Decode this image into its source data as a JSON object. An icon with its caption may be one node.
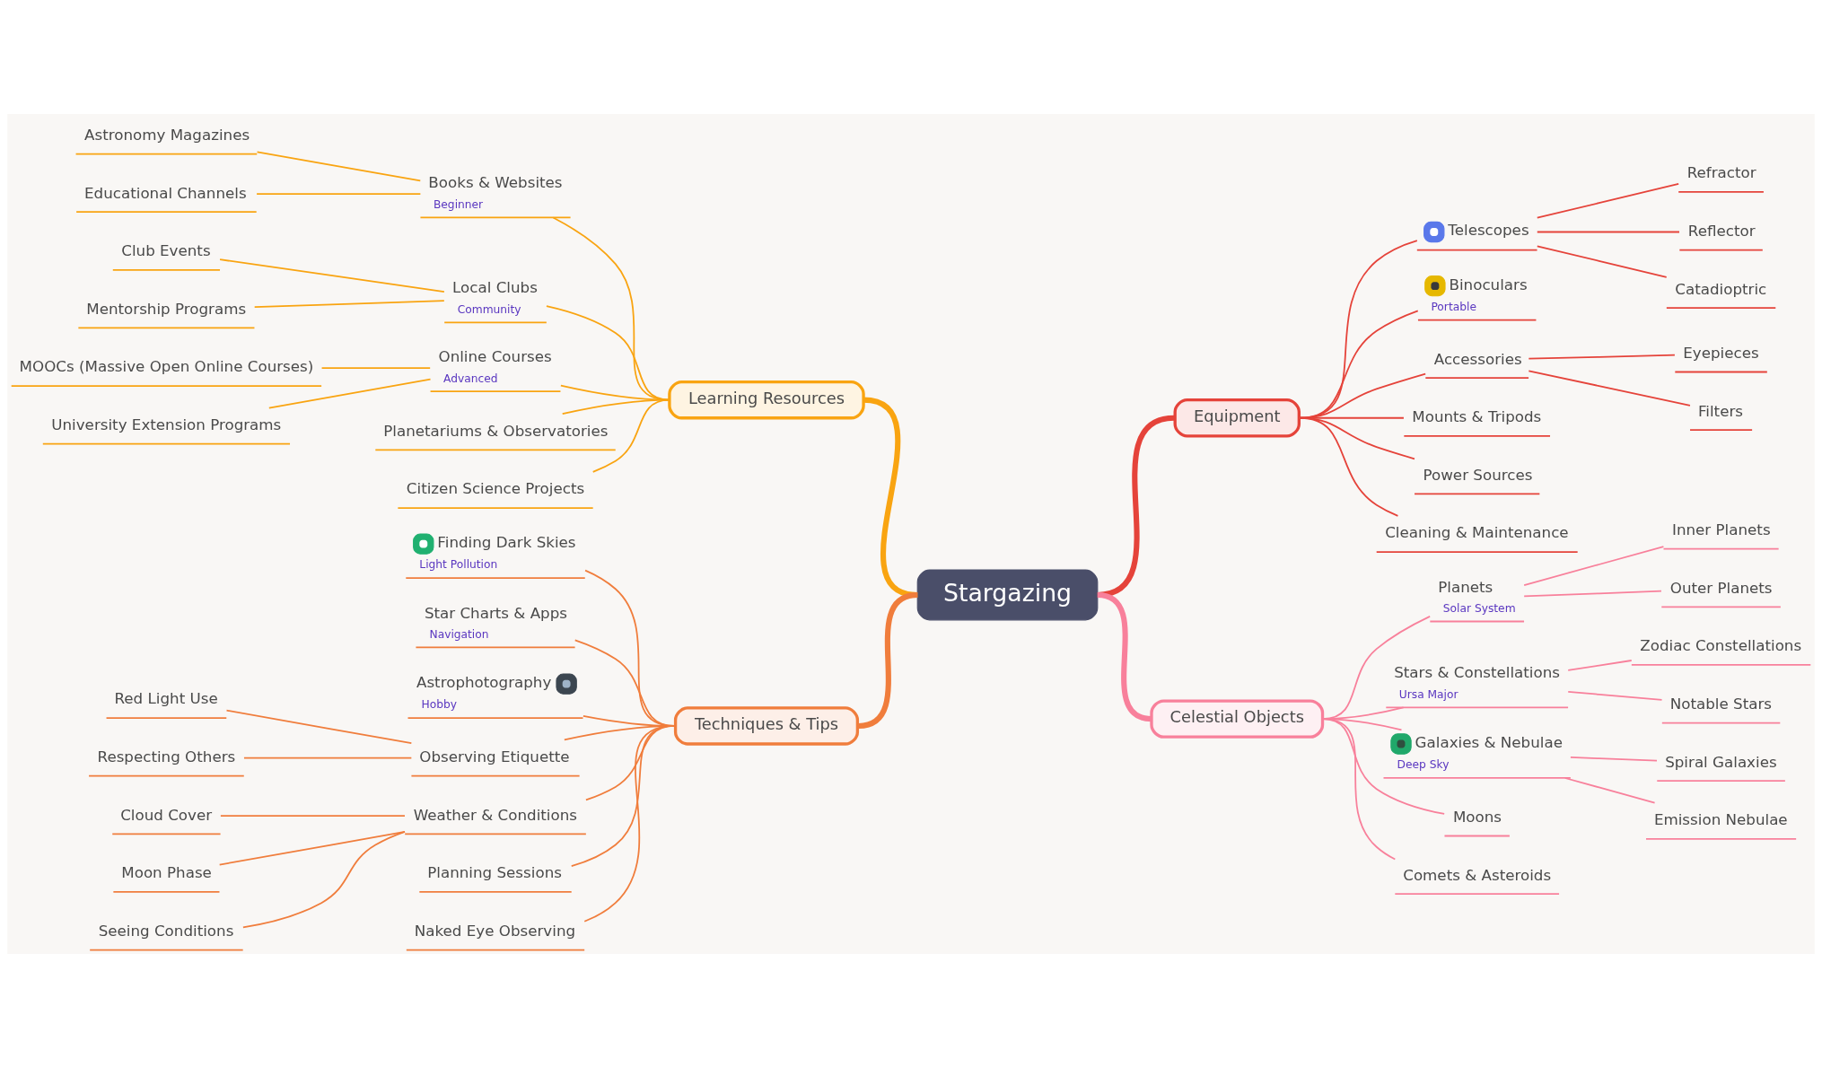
{
  "diagram": {
    "nodes": [
      {
        "text": [
          "Stargazing"
        ]
      },
      {
        "text": [
          "Learning Resources"
        ]
      },
      {
        "text": [
          "Books & Websites",
          "Beginner"
        ]
      },
      {
        "text": [
          "Astronomy Magazines"
        ]
      },
      {
        "text": [
          "Educational Channels"
        ]
      },
      {
        "text": [
          "Local Clubs",
          "Community"
        ]
      },
      {
        "text": [
          "Club Events"
        ]
      },
      {
        "text": [
          "Mentorship Programs"
        ]
      },
      {
        "text": [
          "Online Courses",
          "Advanced"
        ]
      },
      {
        "text": [
          "MOOCs (Massive Open Online Courses)"
        ]
      },
      {
        "text": [
          "University Extension Programs"
        ]
      },
      {
        "text": [
          "Planetariums & Observatories"
        ]
      },
      {
        "text": [
          "Citizen Science Projects"
        ]
      },
      {
        "text": [
          "Techniques & Tips"
        ]
      },
      {
        "text": [
          "Finding Dark Skies",
          "Light Pollution"
        ]
      },
      {
        "text": [
          "Star Charts & Apps",
          "Navigation"
        ]
      },
      {
        "text": [
          "Astrophotography",
          "Hobby"
        ]
      },
      {
        "text": [
          "Observing Etiquette"
        ]
      },
      {
        "text": [
          "Red Light Use"
        ]
      },
      {
        "text": [
          "Respecting Others"
        ]
      },
      {
        "text": [
          "Weather & Conditions"
        ]
      },
      {
        "text": [
          "Cloud Cover"
        ]
      },
      {
        "text": [
          "Moon Phase"
        ]
      },
      {
        "text": [
          "Seeing Conditions"
        ]
      },
      {
        "text": [
          "Planning Sessions"
        ]
      },
      {
        "text": [
          "Naked Eye Observing"
        ]
      },
      {
        "text": [
          "Equipment"
        ]
      },
      {
        "text": [
          "Telescopes"
        ]
      },
      {
        "text": [
          "Refractor"
        ]
      },
      {
        "text": [
          "Reflector"
        ]
      },
      {
        "text": [
          "Catadioptric"
        ]
      },
      {
        "text": [
          "Binoculars",
          "Portable"
        ]
      },
      {
        "text": [
          "Accessories"
        ]
      },
      {
        "text": [
          "Eyepieces"
        ]
      },
      {
        "text": [
          "Filters"
        ]
      },
      {
        "text": [
          "Mounts & Tripods"
        ]
      },
      {
        "text": [
          "Power Sources"
        ]
      },
      {
        "text": [
          "Cleaning & Maintenance"
        ]
      },
      {
        "text": [
          "Celestial Objects"
        ]
      },
      {
        "text": [
          "Planets",
          "Solar System"
        ]
      },
      {
        "text": [
          "Inner Planets"
        ]
      },
      {
        "text": [
          "Outer Planets"
        ]
      },
      {
        "text": [
          "Stars & Constellations",
          "Ursa Major"
        ]
      },
      {
        "text": [
          "Zodiac Constellations"
        ]
      },
      {
        "text": [
          "Notable Stars"
        ]
      },
      {
        "text": [
          "Galaxies & Nebulae",
          "Deep Sky"
        ]
      },
      {
        "text": [
          "Spiral Galaxies"
        ]
      },
      {
        "text": [
          "Emission Nebulae"
        ]
      },
      {
        "text": [
          "Moons"
        ]
      },
      {
        "text": [
          "Comets & Asteroids"
        ]
      }
    ],
    "edges": [
      {
        "from": 0,
        "to": 1,
        "arrow": "none",
        "style": "thick",
        "color": "#f9a411"
      },
      {
        "from": 1,
        "to": 2,
        "arrow": "none",
        "color": "#f9a411"
      },
      {
        "from": 2,
        "to": 3,
        "arrow": "none",
        "color": "#f9a411"
      },
      {
        "from": 2,
        "to": 4,
        "arrow": "none",
        "color": "#f9a411"
      },
      {
        "from": 1,
        "to": 5,
        "arrow": "none",
        "color": "#f9a411"
      },
      {
        "from": 5,
        "to": 6,
        "arrow": "none",
        "color": "#f9a411"
      },
      {
        "from": 5,
        "to": 7,
        "arrow": "none",
        "color": "#f9a411"
      },
      {
        "from": 1,
        "to": 8,
        "arrow": "none",
        "color": "#f9a411"
      },
      {
        "from": 8,
        "to": 9,
        "arrow": "none",
        "color": "#f9a411"
      },
      {
        "from": 8,
        "to": 10,
        "arrow": "none",
        "color": "#f9a411"
      },
      {
        "from": 1,
        "to": 11,
        "arrow": "none",
        "color": "#f9a411"
      },
      {
        "from": 1,
        "to": 12,
        "arrow": "none",
        "color": "#f9a411"
      },
      {
        "from": 0,
        "to": 13,
        "arrow": "none",
        "style": "thick",
        "color": "#f07d3c"
      },
      {
        "from": 13,
        "to": 14,
        "arrow": "none",
        "color": "#f07d3c"
      },
      {
        "from": 13,
        "to": 15,
        "arrow": "none",
        "color": "#f07d3c"
      },
      {
        "from": 13,
        "to": 16,
        "arrow": "none",
        "color": "#f07d3c"
      },
      {
        "from": 13,
        "to": 17,
        "arrow": "none",
        "color": "#f07d3c"
      },
      {
        "from": 17,
        "to": 18,
        "arrow": "none",
        "color": "#f07d3c"
      },
      {
        "from": 17,
        "to": 19,
        "arrow": "none",
        "color": "#f07d3c"
      },
      {
        "from": 13,
        "to": 20,
        "arrow": "none",
        "color": "#f07d3c"
      },
      {
        "from": 20,
        "to": 21,
        "arrow": "none",
        "color": "#f07d3c"
      },
      {
        "from": 20,
        "to": 22,
        "arrow": "none",
        "color": "#f07d3c"
      },
      {
        "from": 20,
        "to": 23,
        "arrow": "none",
        "color": "#f07d3c"
      },
      {
        "from": 13,
        "to": 24,
        "arrow": "none",
        "color": "#f07d3c"
      },
      {
        "from": 13,
        "to": 25,
        "arrow": "none",
        "color": "#f07d3c"
      },
      {
        "from": 0,
        "to": 26,
        "arrow": "none",
        "style": "thick",
        "color": "#e5433a"
      },
      {
        "from": 26,
        "to": 27,
        "arrow": "none",
        "color": "#e5433a"
      },
      {
        "from": 27,
        "to": 28,
        "arrow": "none",
        "color": "#e5433a"
      },
      {
        "from": 27,
        "to": 29,
        "arrow": "none",
        "color": "#e5433a"
      },
      {
        "from": 27,
        "to": 30,
        "arrow": "none",
        "color": "#e5433a"
      },
      {
        "from": 26,
        "to": 31,
        "arrow": "none",
        "color": "#e5433a"
      },
      {
        "from": 26,
        "to": 32,
        "arrow": "none",
        "color": "#e5433a"
      },
      {
        "from": 32,
        "to": 33,
        "arrow": "none",
        "color": "#e5433a"
      },
      {
        "from": 32,
        "to": 34,
        "arrow": "none",
        "color": "#e5433a"
      },
      {
        "from": 26,
        "to": 35,
        "arrow": "none",
        "color": "#e5433a"
      },
      {
        "from": 26,
        "to": 36,
        "arrow": "none",
        "color": "#e5433a"
      },
      {
        "from": 26,
        "to": 37,
        "arrow": "none",
        "color": "#e5433a"
      },
      {
        "from": 0,
        "to": 38,
        "arrow": "none",
        "style": "thick",
        "color": "#f8809b"
      },
      {
        "from": 38,
        "to": 39,
        "arrow": "none",
        "color": "#f8809b"
      },
      {
        "from": 39,
        "to": 40,
        "arrow": "none",
        "color": "#f8809b"
      },
      {
        "from": 39,
        "to": 41,
        "arrow": "none",
        "color": "#f8809b"
      },
      {
        "from": 38,
        "to": 42,
        "arrow": "none",
        "color": "#f8809b"
      },
      {
        "from": 42,
        "to": 43,
        "arrow": "none",
        "color": "#f8809b"
      },
      {
        "from": 42,
        "to": 44,
        "arrow": "none",
        "color": "#f8809b"
      },
      {
        "from": 38,
        "to": 45,
        "arrow": "none",
        "color": "#f8809b"
      },
      {
        "from": 45,
        "to": 46,
        "arrow": "none",
        "color": "#f8809b"
      },
      {
        "from": 45,
        "to": 47,
        "arrow": "none",
        "color": "#f8809b"
      },
      {
        "from": 38,
        "to": 48,
        "arrow": "none",
        "color": "#f8809b"
      },
      {
        "from": 38,
        "to": 49,
        "arrow": "none",
        "color": "#f8809b"
      }
    ]
  }
}
